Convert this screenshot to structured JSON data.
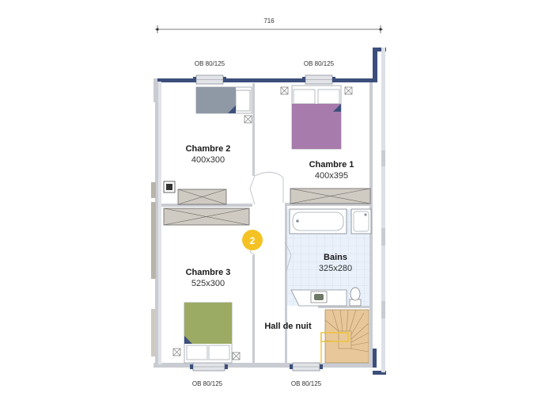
{
  "dimension_top": "716",
  "windows": {
    "top_left": "OB 80/125",
    "top_right": "OB 80/125",
    "bottom_left": "OB 80/125",
    "bottom_right": "OB 80/125"
  },
  "rooms": {
    "chambre2": {
      "name": "Chambre 2",
      "dims": "400x300"
    },
    "chambre1": {
      "name": "Chambre 1",
      "dims": "400x395"
    },
    "chambre3": {
      "name": "Chambre 3",
      "dims": "525x300"
    },
    "bains": {
      "name": "Bains",
      "dims": "325x280"
    },
    "hall": {
      "name": "Hall de nuit"
    }
  },
  "badge": "2",
  "colors": {
    "outer_wall": "#3c4f7c",
    "inner_wall": "#c9ccd2",
    "bed_chambre1": "#a77bab",
    "bed_chambre2": "#8f98a5",
    "bed_chambre3": "#9bab63",
    "badge": "#f4c222",
    "bath_tile": "#eaf1fa",
    "stairs": "#e8c89a",
    "stairs_outline": "#f1c232"
  }
}
